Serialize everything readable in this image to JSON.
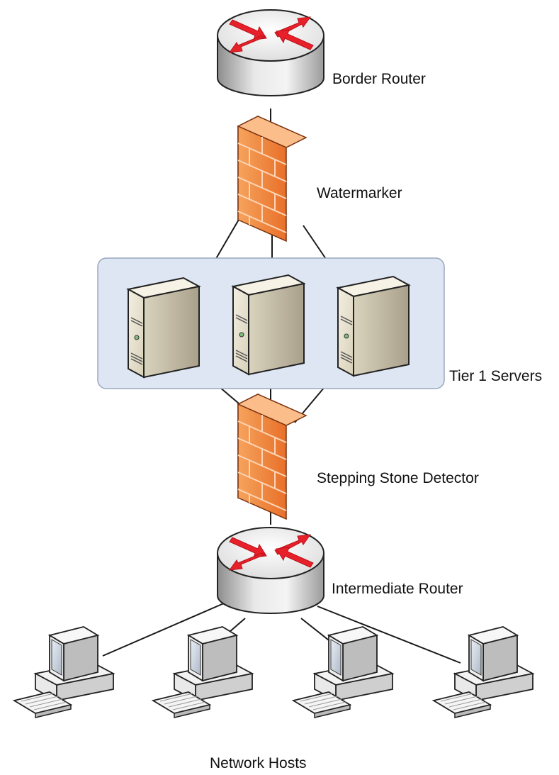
{
  "diagram": {
    "nodes": {
      "border_router": {
        "label": "Border Router",
        "type": "router"
      },
      "watermarker": {
        "label": "Watermarker",
        "type": "firewall"
      },
      "tier1_servers": {
        "label": "Tier 1 Servers",
        "type": "server-group",
        "count": 3
      },
      "stepping_stone_detector": {
        "label": "Stepping Stone Detector",
        "type": "firewall"
      },
      "intermediate_router": {
        "label": "Intermediate Router",
        "type": "router"
      },
      "network_hosts": {
        "label": "Network Hosts",
        "type": "workstation-group",
        "count": 4
      }
    },
    "edges": [
      [
        "border_router",
        "watermarker"
      ],
      [
        "watermarker",
        "tier1_servers"
      ],
      [
        "tier1_servers",
        "stepping_stone_detector"
      ],
      [
        "stepping_stone_detector",
        "intermediate_router"
      ],
      [
        "intermediate_router",
        "network_hosts"
      ]
    ],
    "colors": {
      "router_arrow": "#e8202a",
      "firewall": "#f07e35",
      "server_group_fill": "#dde6f2",
      "server_group_border": "#9aa9bf",
      "line": "#1a1a1a"
    },
    "icons": [
      "router-icon",
      "firewall-icon",
      "server-icon",
      "workstation-icon"
    ]
  }
}
